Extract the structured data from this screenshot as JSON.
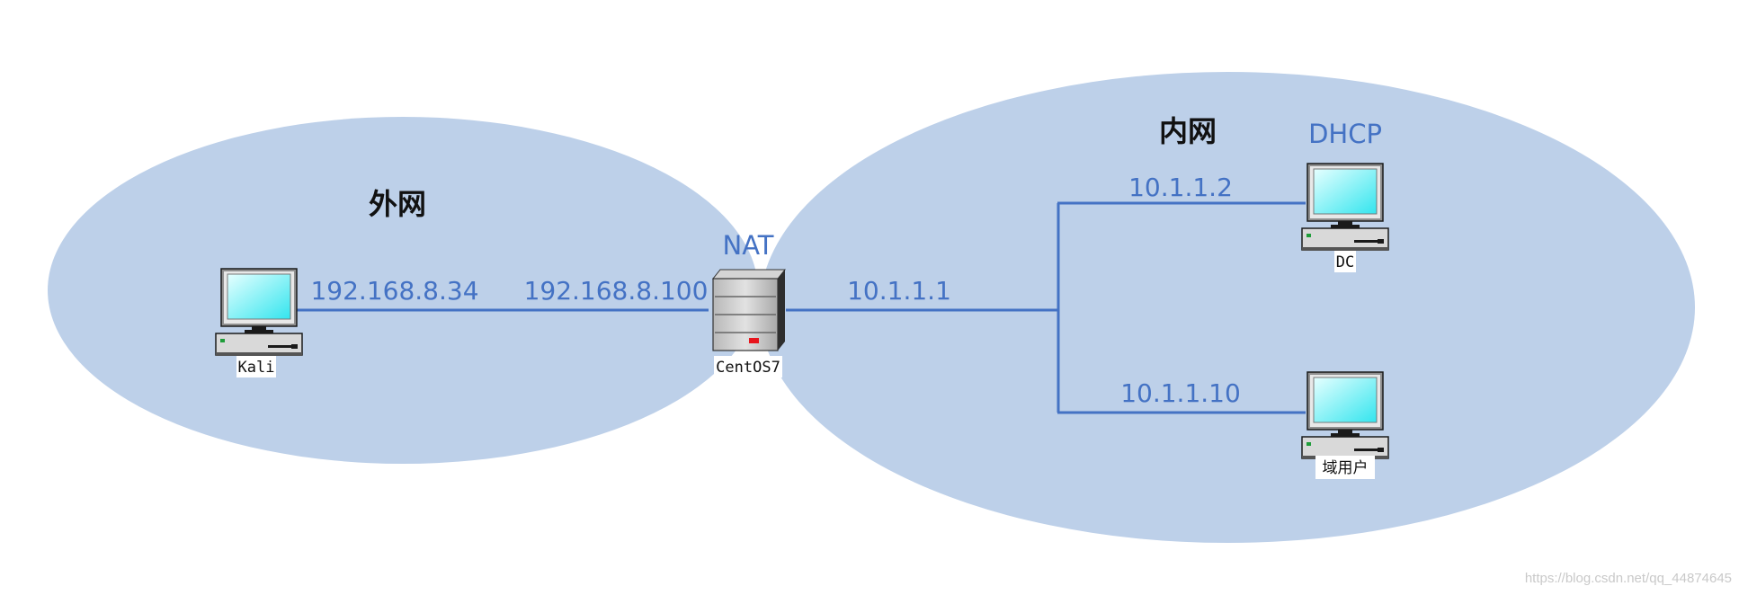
{
  "zones": {
    "external": {
      "title": "外网"
    },
    "internal": {
      "title": "内网"
    }
  },
  "hosts": {
    "kali": {
      "name": "Kali",
      "ip": "192.168.8.34"
    },
    "centos": {
      "name": "CentOS7",
      "role": "NAT",
      "ip_external": "192.168.8.100",
      "ip_internal": "10.1.1.1"
    },
    "dc": {
      "name": "DC",
      "role": "DHCP",
      "ip": "10.1.1.2"
    },
    "domain_user": {
      "name": "域用户",
      "ip": "10.1.1.10"
    }
  },
  "watermark": "https://blog.csdn.net/qq_44874645",
  "colors": {
    "zone_fill": "#bdd0e9",
    "link": "#4472c4",
    "label": "#4472c4"
  }
}
